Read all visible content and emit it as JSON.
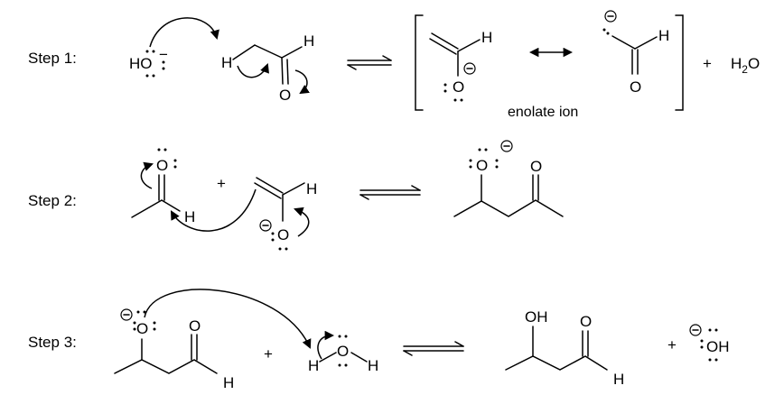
{
  "steps": [
    {
      "label": "Step 1:"
    },
    {
      "label": "Step 2:"
    },
    {
      "label": "Step 3:"
    }
  ],
  "atoms": {
    "H": "H",
    "O": "O",
    "HO": "HO",
    "OH": "OH",
    "minus": "−"
  },
  "water": {
    "prefix": "H",
    "sub": "2",
    "suffix": "O"
  },
  "plus": "+",
  "enolate_label": "enolate ion"
}
